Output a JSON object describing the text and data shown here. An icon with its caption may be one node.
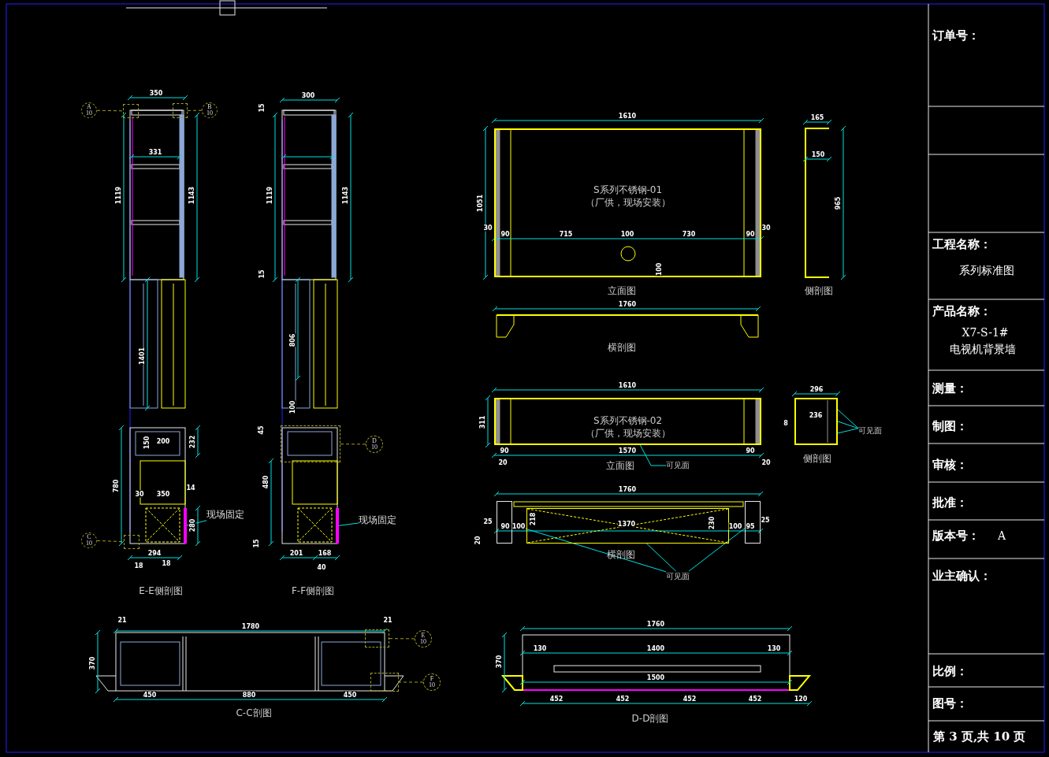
{
  "diagram": {
    "nodes": [
      {
        "text": [
          "A",
          "10"
        ]
      },
      {
        "text": [],
        "shape": "box"
      },
      {
        "text": [
          "B",
          "10"
        ]
      },
      {
        "text": [],
        "shape": "box"
      },
      {
        "text": [
          "C",
          "10"
        ]
      },
      {
        "text": [],
        "shape": "box"
      },
      {
        "text": [
          "现场固定"
        ]
      },
      {
        "text": [
          "D",
          "10"
        ]
      },
      {
        "text": [],
        "shape": "box"
      },
      {
        "text": [
          "现场固定"
        ]
      },
      {
        "text": [
          "S系列不锈钢-01",
          "（厂供，现场安装）"
        ]
      },
      {
        "text": [
          "S系列不锈钢-02",
          "（厂供，现场安装）"
        ]
      },
      {
        "text": [
          "可见面"
        ]
      },
      {
        "text": [
          "可见面"
        ]
      },
      {
        "text": [
          "可见面"
        ]
      },
      {
        "text": [
          "E",
          "10"
        ]
      },
      {
        "text": [],
        "shape": "box"
      },
      {
        "text": [
          "F",
          "10"
        ]
      },
      {
        "text": [],
        "shape": "box"
      },
      {
        "text": [],
        "shape": "bar"
      },
      {
        "text": [],
        "shape": "bar"
      },
      {
        "text": [],
        "shape": "box"
      },
      {
        "text": [],
        "shape": "box"
      },
      {
        "text": [],
        "shape": "box"
      },
      {
        "text": [],
        "shape": "box"
      }
    ],
    "edges": [
      {
        "from": 0,
        "to": 1,
        "arrow": "none",
        "style": "dashed",
        "color": "#a0a020"
      },
      {
        "from": 2,
        "to": 3,
        "arrow": "none",
        "style": "dashed",
        "color": "#a0a020"
      },
      {
        "from": 4,
        "to": 5,
        "arrow": "none",
        "style": "dashed",
        "color": "#a0a020"
      },
      {
        "from": 6,
        "to": 19,
        "arrow": "none"
      },
      {
        "from": 7,
        "to": 8,
        "arrow": "none",
        "style": "dashed",
        "color": "#a0a020"
      },
      {
        "from": 9,
        "to": 20,
        "arrow": "none"
      },
      {
        "from": 15,
        "to": 16,
        "arrow": "none",
        "style": "dashed",
        "color": "#a0a020"
      },
      {
        "from": 17,
        "to": 18,
        "arrow": "none",
        "style": "dashed",
        "color": "#a0a020"
      },
      {
        "from": 12,
        "to": 11,
        "arrow": "none"
      },
      {
        "from": 13,
        "to": 21,
        "arrow": "none"
      },
      {
        "from": 13,
        "to": 21,
        "arrow": "none"
      },
      {
        "from": 13,
        "to": 21,
        "arrow": "none"
      },
      {
        "from": 14,
        "to": 22,
        "arrow": "none"
      },
      {
        "from": 14,
        "to": 23,
        "arrow": "none"
      },
      {
        "from": 14,
        "to": 24,
        "arrow": "none"
      }
    ],
    "labels": [
      "350",
      "331",
      "1119",
      "1143",
      "1401",
      "150",
      "200",
      "232",
      "780",
      "30",
      "350",
      "14",
      "280",
      "294",
      "18",
      "18",
      "E-E侧剖图",
      "300",
      "15",
      "1119",
      "1143",
      "15",
      "806",
      "100",
      "45",
      "480",
      "15",
      "201",
      "168",
      "40",
      "F-F侧剖图",
      "1610",
      "1051",
      "30",
      "90",
      "715",
      "100",
      "730",
      "90",
      "30",
      "100",
      "立面图",
      "165",
      "150",
      "965",
      "侧剖图",
      "1760",
      "横剖图",
      "1610",
      "311",
      "90",
      "1570",
      "90",
      "20",
      "20",
      "立面图",
      "296",
      "236",
      "8",
      "侧剖图",
      "1760",
      "25",
      "90",
      "100",
      "218",
      "1370",
      "230",
      "100",
      "95",
      "25",
      "20",
      "横剖图",
      "21",
      "1780",
      "21",
      "370",
      "450",
      "880",
      "450",
      "C-C剖图",
      "1760",
      "370",
      "130",
      "1400",
      "130",
      "1500",
      "452",
      "452",
      "452",
      "452",
      "120",
      "D-D剖图",
      "订单号：",
      "工程名称：",
      "系列标准图",
      "产品名称：",
      "X7-S-1#",
      "电视机背景墙",
      "测量：",
      "制图：",
      "审核：",
      "批准：",
      "版本号：",
      "A",
      "业主确认：",
      "比例：",
      "图号：",
      "第 3 页,共 10 页"
    ]
  }
}
